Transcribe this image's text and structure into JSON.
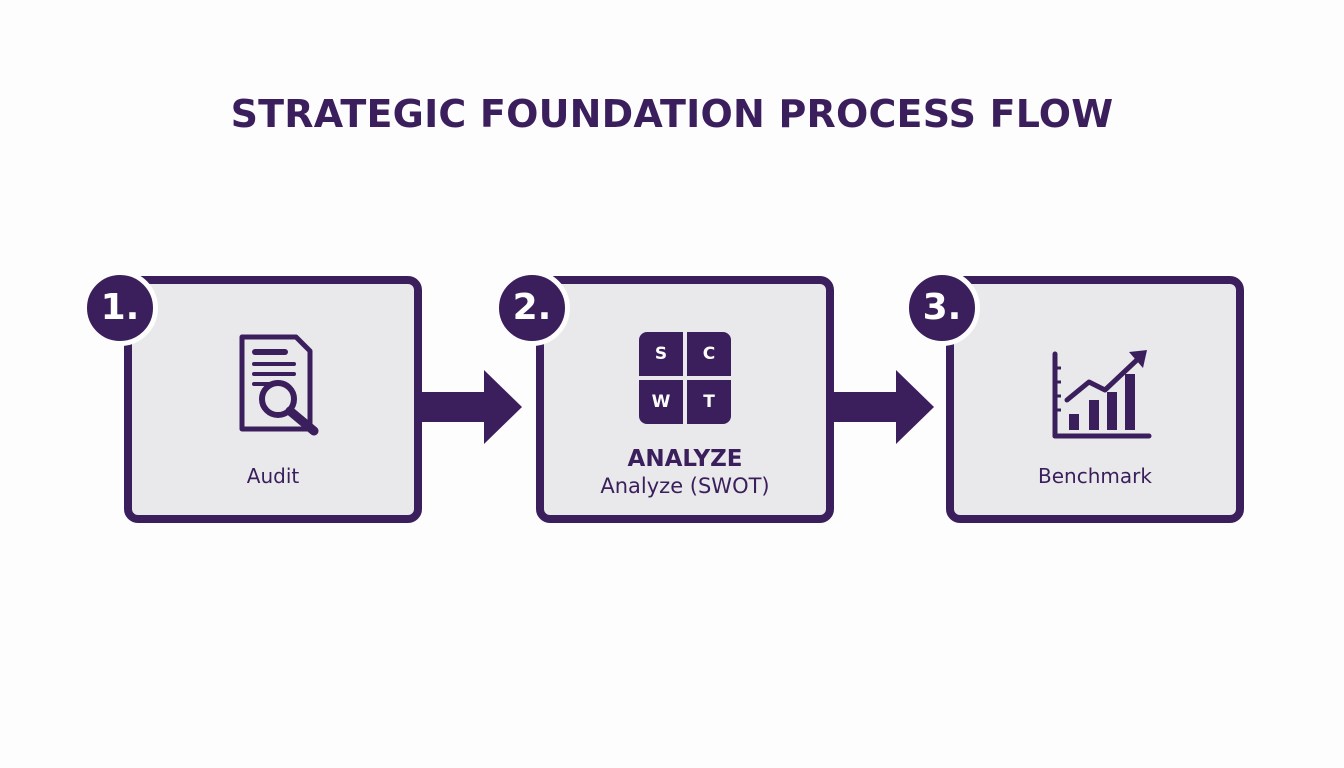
{
  "title": "STRATEGIC FOUNDATION PROCESS FLOW",
  "colors": {
    "primary": "#3b1f5c",
    "card_fill": "#e9e8ea",
    "background": "#fdfdfd"
  },
  "steps": [
    {
      "number": "1.",
      "label": "Audit",
      "icon": "document-magnifier-icon"
    },
    {
      "number": "2.",
      "heading": "ANALYZE",
      "label": "Analyze (SWOT)",
      "icon": "swot-grid-icon",
      "swot": [
        "S",
        "C",
        "W",
        "T"
      ]
    },
    {
      "number": "3.",
      "label": "Benchmark",
      "icon": "bar-chart-trend-icon"
    }
  ],
  "connectors": [
    "right-arrow-icon",
    "right-arrow-icon"
  ]
}
